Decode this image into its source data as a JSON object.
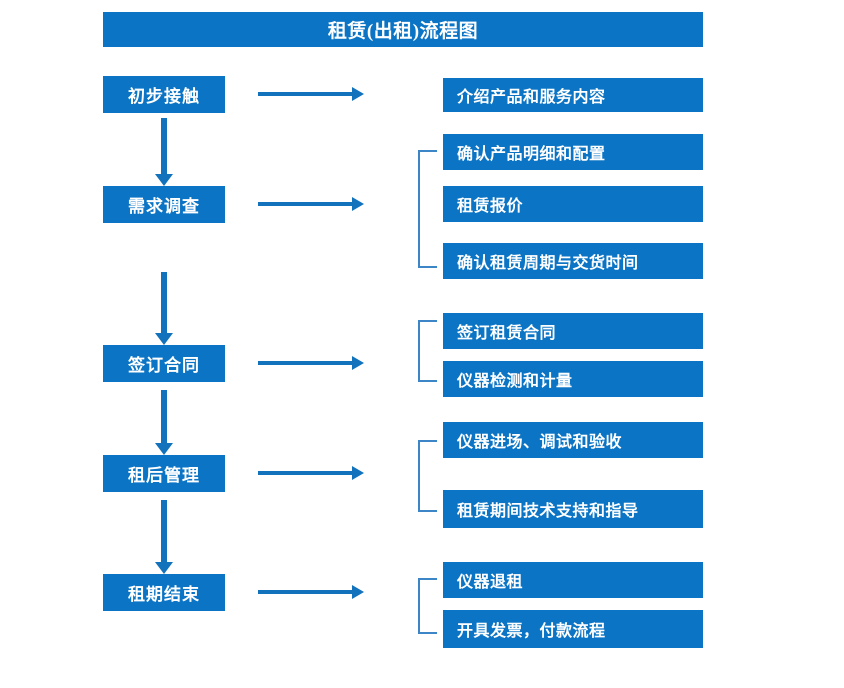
{
  "title": "租赁(出租)流程图",
  "theme": {
    "box_fill": "#0B74C4",
    "box_text": "#FFFFFF",
    "arrow": "#1272BC",
    "bracket": "#3C86C8",
    "background": "#FFFFFF"
  },
  "flow": {
    "stages": [
      {
        "label": "初步接触"
      },
      {
        "label": "需求调查"
      },
      {
        "label": "签订合同"
      },
      {
        "label": "租后管理"
      },
      {
        "label": "租期结束"
      }
    ],
    "details": [
      {
        "label": "介绍产品和服务内容"
      },
      {
        "label": "确认产品明细和配置"
      },
      {
        "label": "租赁报价"
      },
      {
        "label": "确认租赁周期与交货时间"
      },
      {
        "label": "签订租赁合同"
      },
      {
        "label": "仪器检测和计量"
      },
      {
        "label": "仪器进场、调试和验收"
      },
      {
        "label": "租赁期间技术支持和指导"
      },
      {
        "label": "仪器退租"
      },
      {
        "label": "开具发票，付款流程"
      }
    ]
  }
}
